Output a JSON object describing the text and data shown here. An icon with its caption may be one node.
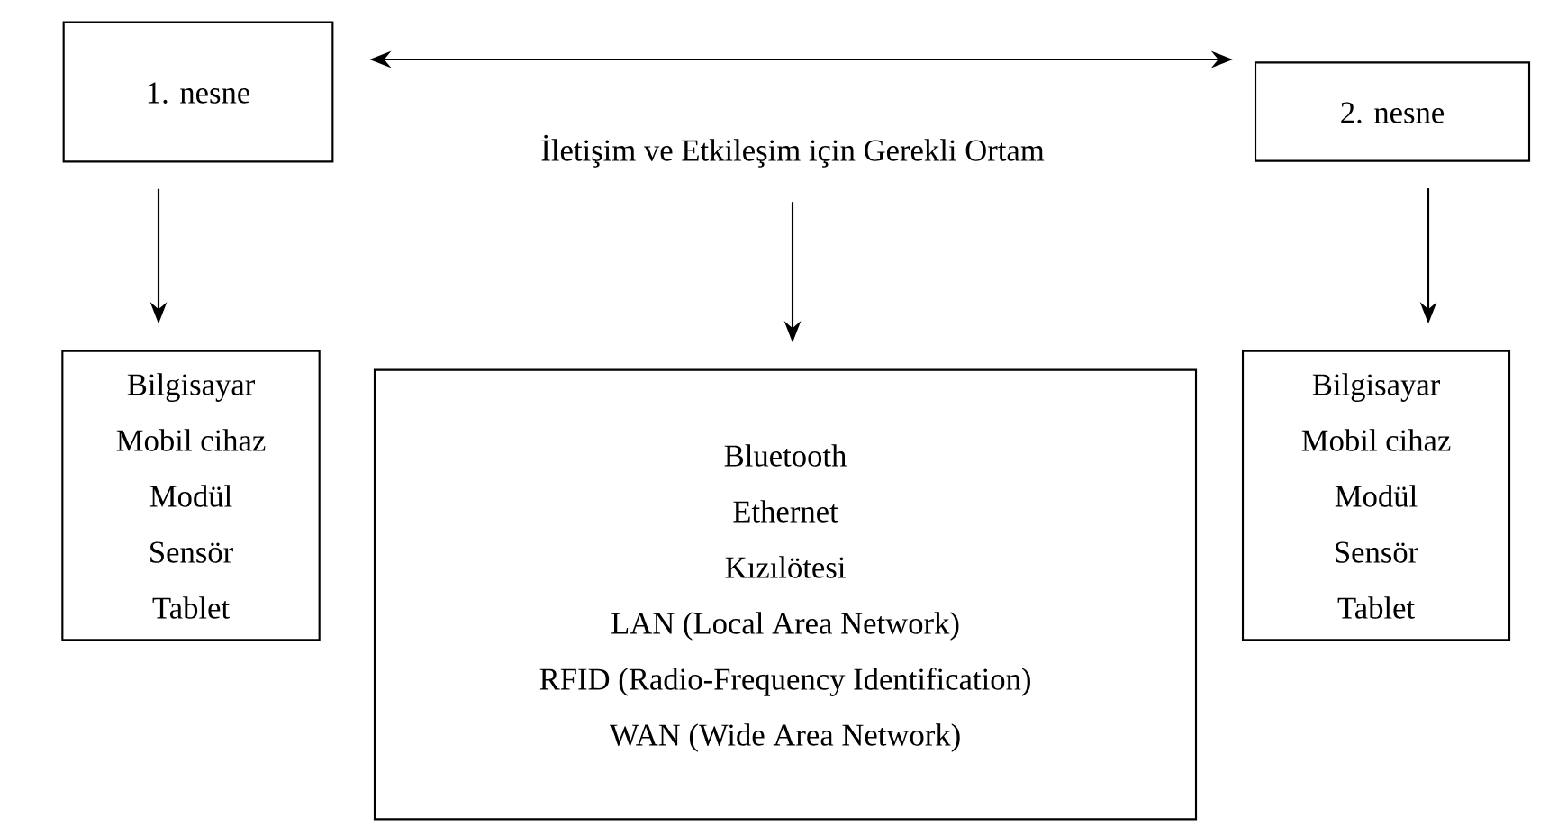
{
  "diagram": {
    "nodes": [
      {
        "text": [
          "1. nesne"
        ]
      },
      {
        "text": [
          "2. nesne"
        ]
      },
      {
        "text": [
          "İletişim ve Etkileşim için Gerekli Ortam"
        ]
      },
      {
        "text": [
          "Bilgisayar",
          "Mobil cihaz",
          "Modül",
          "Sensör",
          "Tablet"
        ]
      },
      {
        "text": [
          "Bluetooth",
          "Ethernet",
          "Kızılötesi",
          "LAN (Local Area Network)",
          "RFID (Radio-Frequency Identification)",
          "WAN (Wide Area Network)"
        ]
      },
      {
        "text": [
          "Bilgisayar",
          "Mobil cihaz",
          "Modül",
          "Sensör",
          "Tablet"
        ]
      }
    ],
    "edges": [
      {
        "from": 0,
        "to": 1,
        "arrow": "both"
      },
      {
        "from": 0,
        "to": 3,
        "arrow": "to"
      },
      {
        "from": 2,
        "to": 4,
        "arrow": "to"
      },
      {
        "from": 1,
        "to": 5,
        "arrow": "to"
      }
    ]
  }
}
